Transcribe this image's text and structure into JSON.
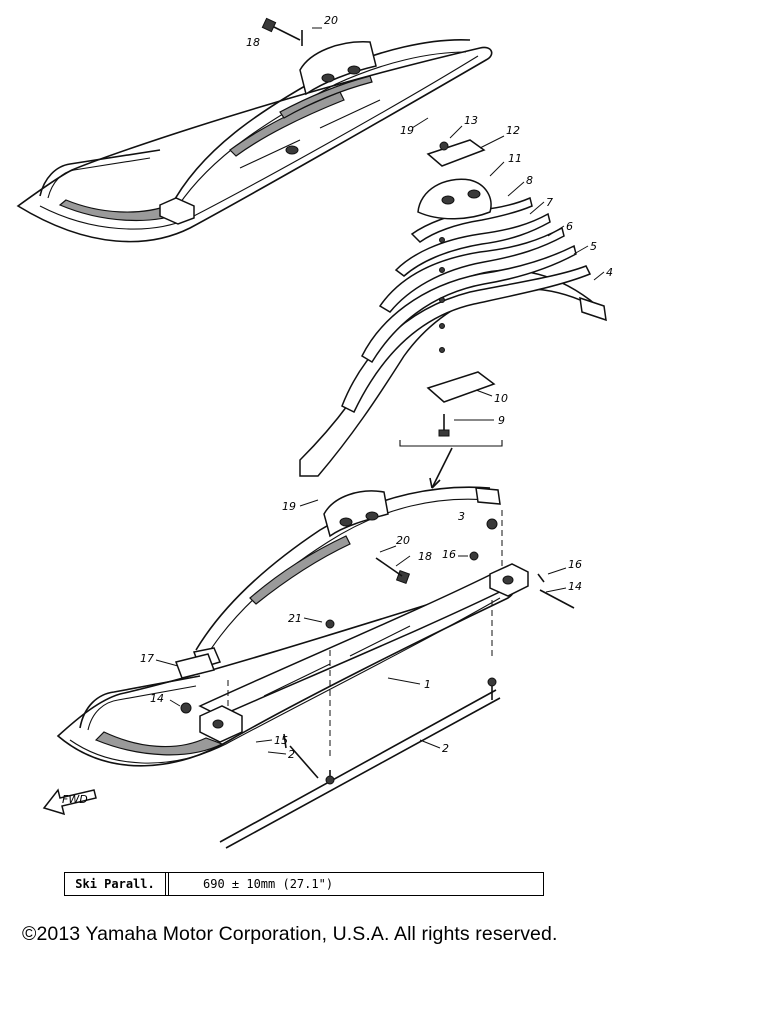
{
  "callouts": [
    "1",
    "2",
    "3",
    "4",
    "5",
    "6",
    "7",
    "8",
    "9",
    "10",
    "11",
    "12",
    "13",
    "14",
    "14",
    "15",
    "16",
    "16",
    "17",
    "18",
    "18",
    "19",
    "19",
    "20",
    "20",
    "21"
  ],
  "direction_label": "FWD",
  "spec": {
    "label": "Ski Parall.",
    "value": "690 ± 10mm  (27.1\")"
  },
  "copyright": "©2013 Yamaha Motor Corporation, U.S.A. All rights reserved."
}
